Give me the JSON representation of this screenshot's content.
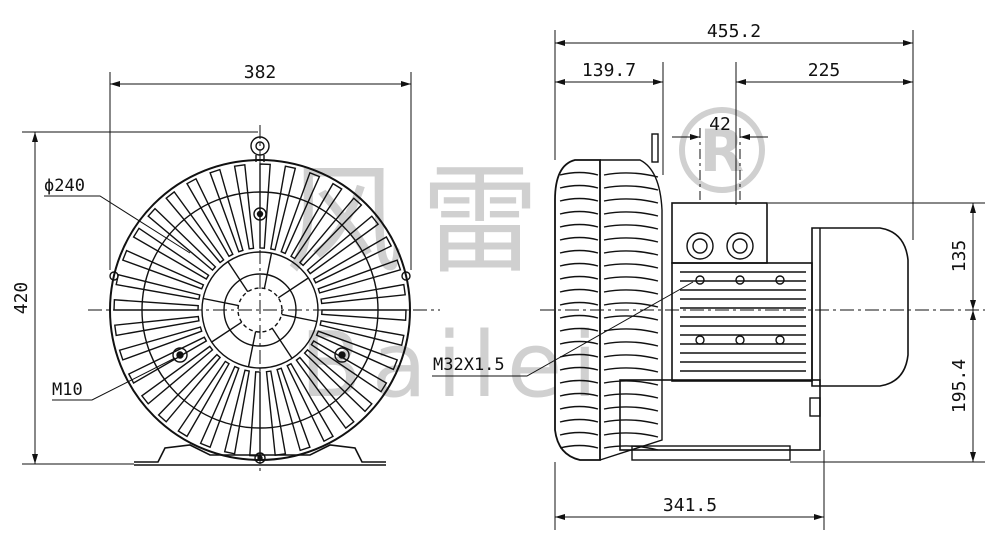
{
  "drawing": {
    "dimensions": {
      "front_width": "382",
      "front_height": "420",
      "diameter": "ϕ240",
      "bolt": "M10",
      "side_total": "455.2",
      "side_inlet_offset": "139.7",
      "side_motor_offset": "225",
      "port_spacing": "42",
      "side_upper_height": "135",
      "side_lower_height": "195.4",
      "side_base_length": "341.5",
      "cable_gland": "M32X1.5"
    },
    "watermark": {
      "cn": "风雷",
      "registered": "R",
      "en": "Bailei"
    }
  }
}
